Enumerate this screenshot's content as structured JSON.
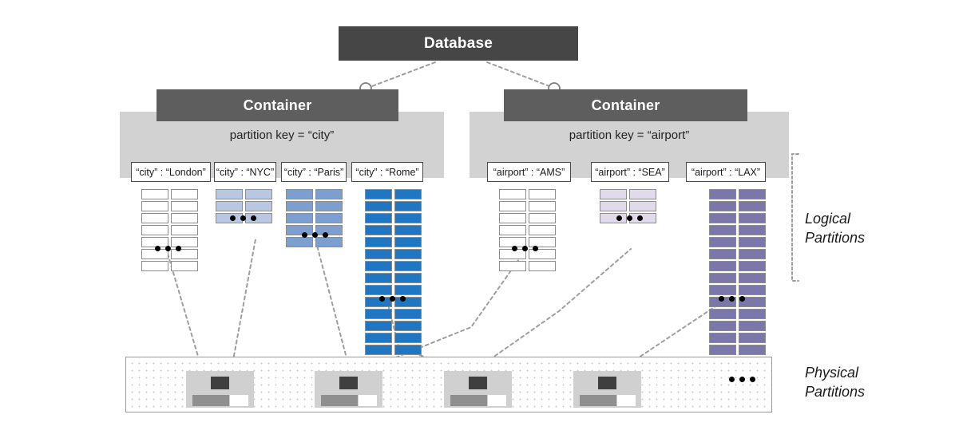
{
  "diagram": {
    "title": "Database partitioning: logical and physical partitions",
    "database": {
      "label": "Database"
    },
    "containers": [
      {
        "id": "container-city",
        "label": "Container",
        "partition_key_label": "partition key = “city”",
        "logical_partitions": [
          {
            "id": "lp-london",
            "label": "“city” : “London”",
            "rows": 7,
            "row_color": "#ffffff",
            "has_ellipsis": true
          },
          {
            "id": "lp-nyc",
            "label": "“city” : “NYC”",
            "rows": 3,
            "row_color": "#b9c7e3",
            "has_ellipsis": true
          },
          {
            "id": "lp-paris",
            "label": "“city” : “Paris”",
            "rows": 5,
            "row_color": "#7d9fd0",
            "has_ellipsis": true
          },
          {
            "id": "lp-rome",
            "label": "“city” : “Rome”",
            "rows": 14,
            "row_color": "#1f77c4",
            "has_ellipsis": true
          }
        ]
      },
      {
        "id": "container-airport",
        "label": "Container",
        "partition_key_label": "partition key = “airport”",
        "logical_partitions": [
          {
            "id": "lp-ams",
            "label": "“airport” : “AMS”",
            "rows": 7,
            "row_color": "#ffffff",
            "has_ellipsis": true
          },
          {
            "id": "lp-sea",
            "label": "“airport” : “SEA”",
            "rows": 3,
            "row_color": "#e0daea",
            "has_ellipsis": true
          },
          {
            "id": "lp-lax",
            "label": "“airport” : “LAX”",
            "rows": 14,
            "row_color": "#7c77ab",
            "has_ellipsis": true
          }
        ]
      }
    ],
    "side_labels": {
      "logical": "Logical\nPartitions",
      "physical": "Physical\nPartitions"
    },
    "physical_partitions": {
      "count": 4,
      "ellipsis": true
    },
    "colors": {
      "database_fill": "#464646",
      "container_fill": "#5e5e5e",
      "band_fill": "#d2d2d2",
      "connector": "#9e9e9e",
      "physical_unit_fill": "#d0d0d0",
      "physical_head_fill": "#3f3f3f",
      "physical_leaf_fill": "#8f8f8f"
    }
  }
}
